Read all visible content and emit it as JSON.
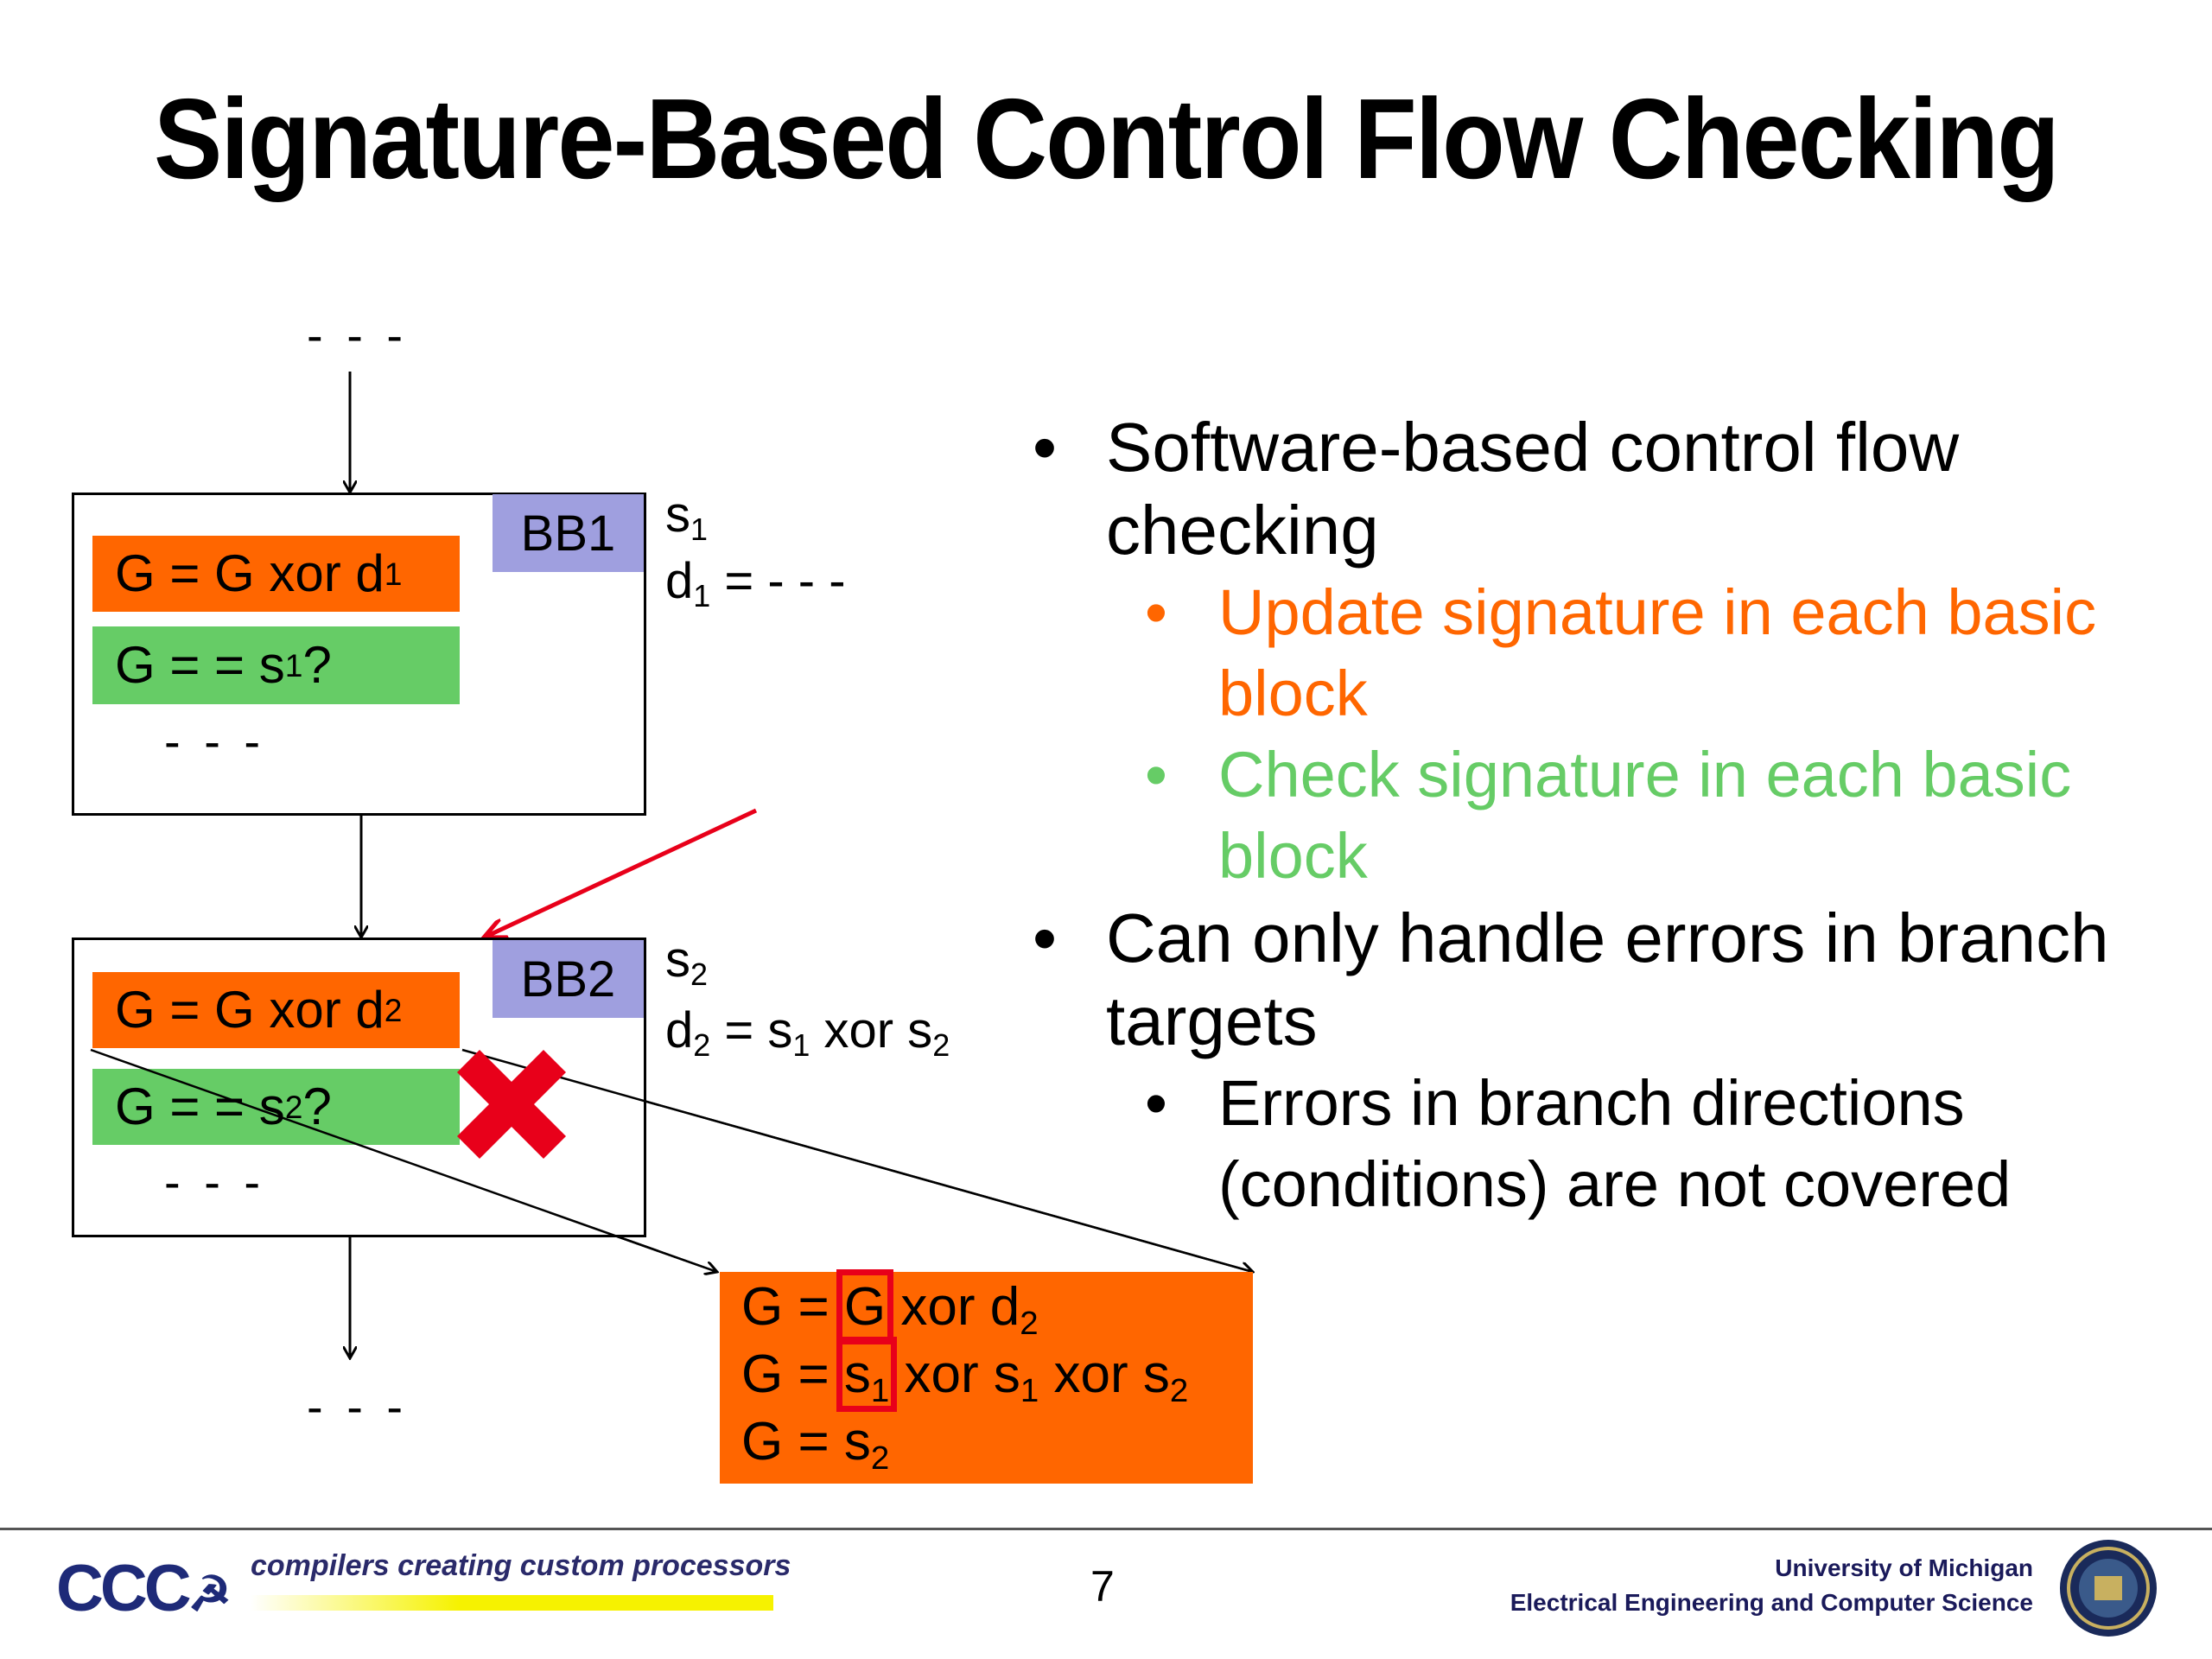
{
  "title": "Signature-Based Control Flow Checking",
  "diagram": {
    "dashes": "- - -",
    "bb1": {
      "label": "BB1",
      "update": {
        "prefix": "G = G xor d",
        "sub": "1"
      },
      "check": {
        "prefix": "G = = s",
        "sub": "1",
        "suffix": "?"
      },
      "side_s": {
        "prefix": "s",
        "sub": "1"
      },
      "side_d": {
        "prefix": "d",
        "sub": "1",
        "suffix": " = - - -"
      }
    },
    "bb2": {
      "label": "BB2",
      "update": {
        "prefix": "G = G xor d",
        "sub": "2"
      },
      "check": {
        "prefix": "G = = s",
        "sub": "2",
        "suffix": "?"
      },
      "side_s": {
        "prefix": "s",
        "sub": "2"
      },
      "side_d": {
        "prefix": "d",
        "sub": "2",
        "mid": " = s",
        "sub2": "1",
        "mid2": " xor s",
        "sub3": "2"
      }
    },
    "expansion": {
      "line1": {
        "a": "G = ",
        "hl": "G",
        "b": " xor d",
        "sub": "2"
      },
      "line2": {
        "a": "G = ",
        "hl": "s",
        "hl_sub": "1",
        "b": " xor s",
        "sub1": "1",
        "c": " xor s",
        "sub2": "2"
      },
      "line3": {
        "a": "G = s",
        "sub": "2"
      }
    },
    "colors": {
      "update": "#ff6600",
      "check": "#66cc66",
      "label": "#9f9fdf",
      "error": "#e8001a"
    }
  },
  "bullets": [
    {
      "text": "Software-based control flow checking",
      "color": "#000000",
      "sub": [
        {
          "text": "Update signature in each basic block",
          "color": "#ff6600"
        },
        {
          "text": "Check signature in each basic block",
          "color": "#66cc66"
        }
      ]
    },
    {
      "text": "Can only handle errors in branch targets",
      "color": "#000000",
      "sub": [
        {
          "text": "Errors in branch directions (conditions) are not covered",
          "color": "#000000"
        }
      ]
    }
  ],
  "footer": {
    "logo_text": "CCC",
    "tagline": "compilers creating custom processors",
    "page": "7",
    "univ": "University of Michigan",
    "dept": "Electrical Engineering and Computer Science"
  }
}
